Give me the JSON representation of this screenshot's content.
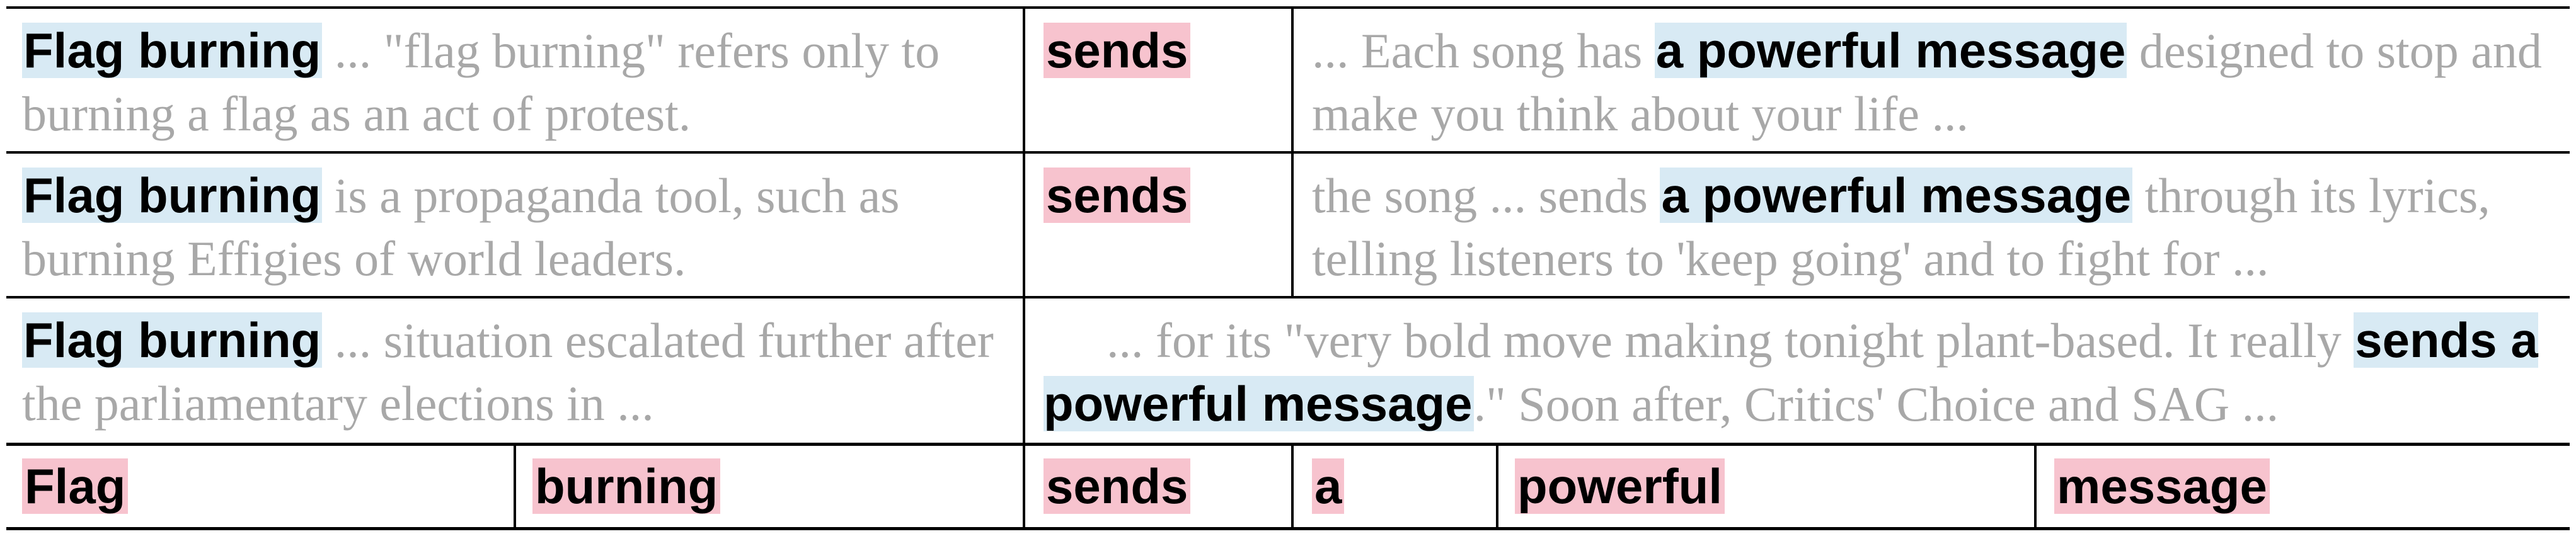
{
  "rows": [
    {
      "left": {
        "phrase": "Flag burning",
        "text": " ... \"flag burning\" refers only to burning a flag as an act of protest."
      },
      "mid": "sends",
      "right": {
        "before": "... Each song has ",
        "phrase": "a powerful message",
        "after": " designed to stop and make you think about your life ..."
      }
    },
    {
      "left": {
        "phrase": "Flag burning",
        "text": " is a propaganda tool, such as burning Effigies of world leaders."
      },
      "mid": "sends",
      "right": {
        "before": "the song ... sends ",
        "phrase": "a powerful message",
        "after": " through its lyrics, telling listeners to 'keep going' and to fight for ..."
      }
    },
    {
      "left": {
        "phrase": "Flag burning",
        "text": " ... situation escalated further after the parliamentary elections in ..."
      },
      "right": {
        "before": "... for its \"very bold move making tonight plant-based. It really ",
        "phrase": "sends a powerful message",
        "after": ".\" Soon after, Critics' Choice and SAG ..."
      }
    }
  ],
  "tokens": [
    "Flag",
    "burning",
    "sends",
    "a",
    "powerful",
    "message"
  ],
  "colors": {
    "context_highlight": "#d8eaf4",
    "token_highlight": "#f7c3ce",
    "context_text": "#a8a8a8"
  }
}
